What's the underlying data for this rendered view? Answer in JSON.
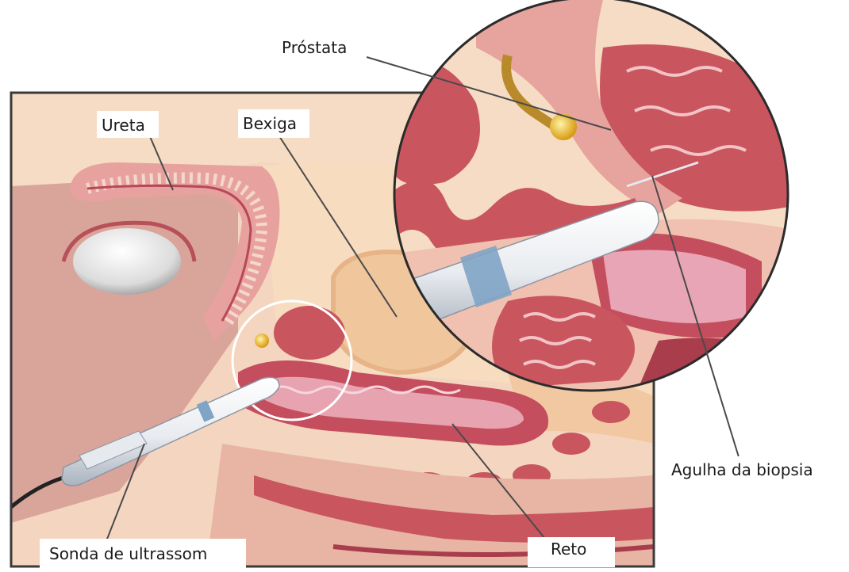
{
  "labels": {
    "prostata": "Próstata",
    "ureta": "Ureta",
    "bexiga": "Bexiga",
    "agulha": "Agulha da biopsia",
    "sonda": "Sonda de ultrassom",
    "reto": "Reto"
  },
  "colors": {
    "skin": "#f6dcc4",
    "skin_dark": "#eac3a6",
    "tissue_pink": "#e9a3a3",
    "muscle_red": "#c9555f",
    "muscle_dark": "#a93d4b",
    "bladder": "#f2c596",
    "prostate_gland": "#e8b830",
    "probe_white": "#f2f4f7",
    "probe_shadow": "#b9c1cc",
    "probe_band": "#7fa4c5",
    "frame": "#3b3b3b"
  }
}
